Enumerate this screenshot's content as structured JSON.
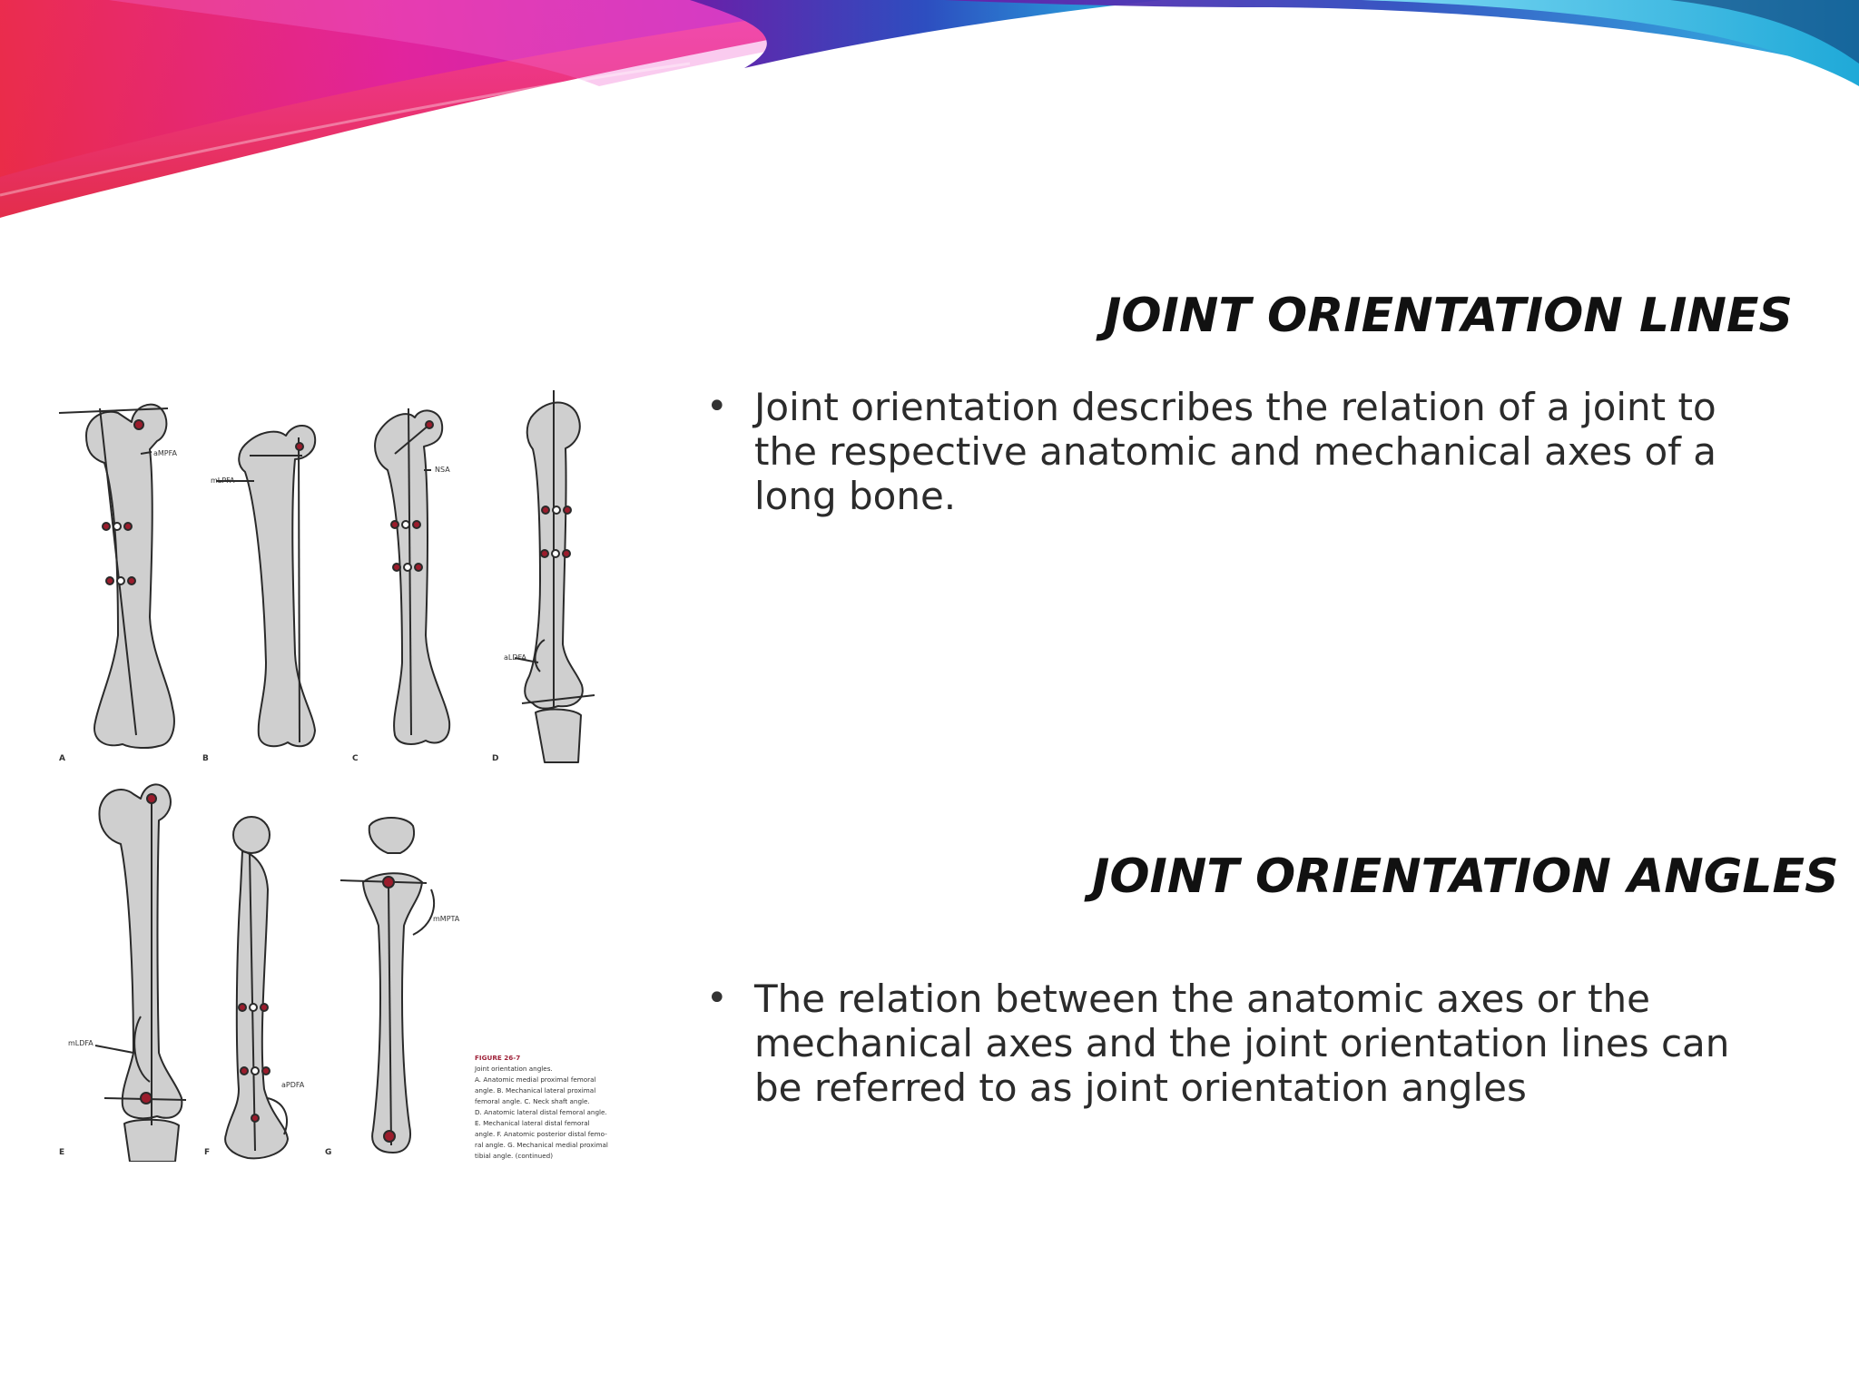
{
  "slide": {
    "section1": {
      "heading": "JOINT ORIENTATION LINES",
      "bullets": [
        {
          "text": "Joint orientation describes the relation of a joint to the respective anatomic and mechanical axes of a long bone."
        }
      ]
    },
    "section2": {
      "heading": "JOINT ORIENTATION ANGLES",
      "bullets": [
        {
          "text": "The relation between the anatomic axes or the mechanical axes and the joint orientation lines can be referred to as joint orientation angles"
        }
      ]
    }
  },
  "figure": {
    "panel_letters": [
      "A",
      "B",
      "C",
      "D",
      "E",
      "F",
      "G"
    ],
    "angle_labels": {
      "aMPFA": "aMPFA",
      "mLPFA": "mLPFA",
      "NSA": "NSA",
      "aLDFA": "aLDFA",
      "mLDFA": "mLDFA",
      "aPDFA": "aPDFA",
      "mMPTA": "mMPTA"
    },
    "caption": {
      "label": "FIGURE 26-7",
      "lines": [
        "Joint orientation angles.",
        "A. Anatomic medial proximal femoral",
        "angle. B. Mechanical lateral proximal",
        "femoral angle. C. Neck shaft angle.",
        "D. Anatomic lateral distal femoral angle.",
        "E. Mechanical lateral distal femoral",
        "angle. F. Anatomic posterior distal femo-",
        "ral angle. G. Mechanical medial proximal",
        "tibial angle.   (continued)"
      ]
    }
  },
  "colors": {
    "banner_magenta": "#e41fb3",
    "banner_red": "#ea2b45",
    "banner_purple": "#5a1fa5",
    "banner_cyan": "#2fb2e0",
    "bone_fill": "#cfcfcf",
    "marker_red": "#9b1c2c"
  }
}
